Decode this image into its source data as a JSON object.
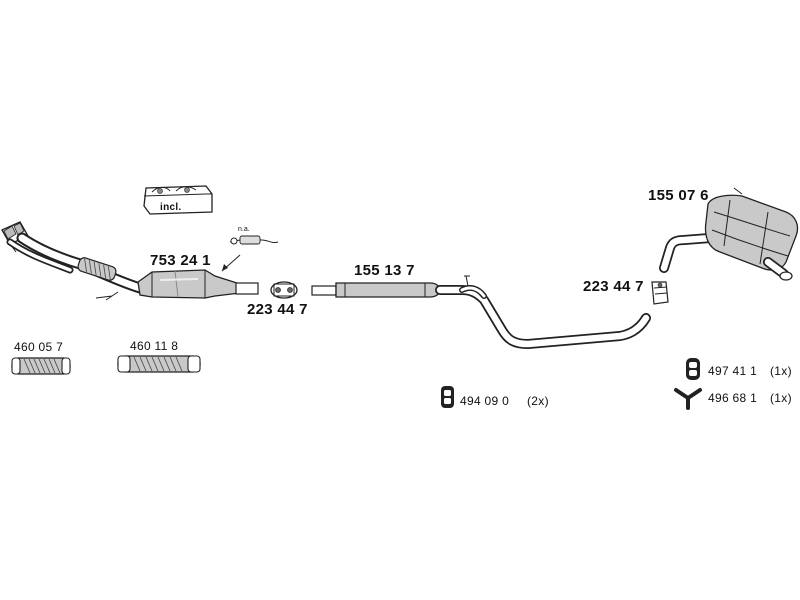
{
  "parts": {
    "catalytic_converter": {
      "number": "753 24 1"
    },
    "clamp_front": {
      "number": "223 44 7"
    },
    "clamp_rear": {
      "number": "223 44 7"
    },
    "middle_silencer": {
      "number": "155 13 7"
    },
    "rear_silencer": {
      "number": "155 07 6"
    },
    "flex_pipe_a": {
      "number": "460 05 7"
    },
    "flex_pipe_b": {
      "number": "460 11 8"
    },
    "rubber_mount_a": {
      "number": "494 09 0",
      "qty": "(2x)"
    },
    "rubber_mount_b": {
      "number": "497 41 1",
      "qty": "(1x)"
    },
    "rubber_mount_c": {
      "number": "496 68 1",
      "qty": "(1x)"
    }
  },
  "notes": {
    "incl": "incl.",
    "na": "n.a."
  }
}
